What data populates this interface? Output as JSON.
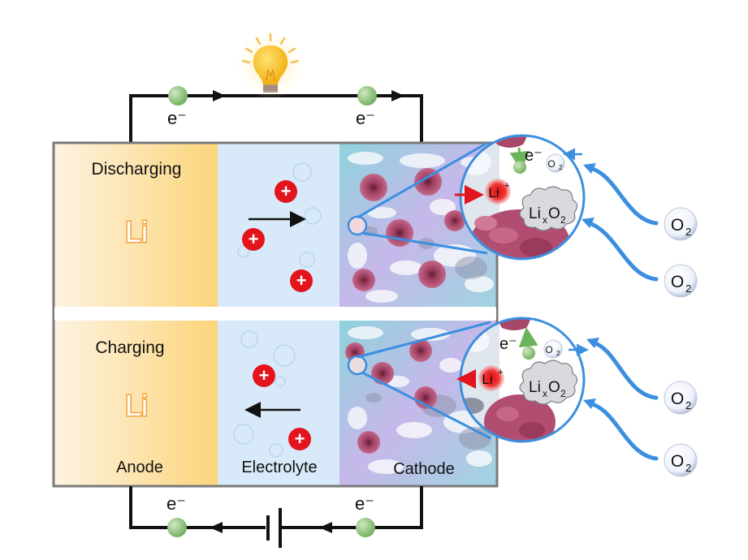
{
  "diagram": {
    "title": "Li-O2 battery discharging and charging mechanism",
    "panels": [
      {
        "id": "discharging",
        "mode_label": "Discharging",
        "anode_symbol": "Li",
        "ion_direction": "anode-to-cathode",
        "external_flow": "anode-to-cathode through load",
        "load": "light-bulb",
        "zoom_inset": {
          "electron_label": "e⁻",
          "electron_arrow": "down (into cathode)",
          "ion_label_base": "Li",
          "ion_label_sup": "+",
          "ion_arrow": "into inset",
          "product_base": "Li",
          "product_sub_x": "x",
          "product_o": "O",
          "product_sub_2": "2",
          "o2_small_base": "O",
          "o2_small_sub": "2",
          "o2_small_arrow": "into inset"
        },
        "o2_inflow": [
          {
            "base": "O",
            "sub": "2",
            "direction": "toward inset"
          },
          {
            "base": "O",
            "sub": "2",
            "direction": "toward inset"
          }
        ]
      },
      {
        "id": "charging",
        "mode_label": "Charging",
        "anode_symbol": "Li",
        "ion_direction": "cathode-to-anode",
        "external_flow": "cathode-to-anode through power source",
        "load": "battery-source",
        "zoom_inset": {
          "electron_label": "e⁻",
          "electron_arrow": "up (out of cathode)",
          "ion_label_base": "Li",
          "ion_label_sup": "+",
          "ion_arrow": "out of inset",
          "product_base": "Li",
          "product_sub_x": "x",
          "product_o": "O",
          "product_sub_2": "2",
          "o2_small_base": "O",
          "o2_small_sub": "2",
          "o2_small_arrow": "out of inset"
        },
        "o2_inflow": [
          {
            "base": "O",
            "sub": "2",
            "direction": "toward inset"
          },
          {
            "base": "O",
            "sub": "2",
            "direction": "toward inset"
          }
        ]
      }
    ],
    "regions": {
      "anode": "Anode",
      "electrolyte": "Electrolyte",
      "cathode": "Cathode"
    },
    "electron_labels": {
      "top_left": "e⁻",
      "top_right": "e⁻",
      "bottom_left": "e⁻",
      "bottom_right": "e⁻"
    },
    "plus_sign": "+",
    "colors": {
      "anode_light": "#fdf1dc",
      "anode_dark": "#fcd57a",
      "electrolyte": "#d8eaf9",
      "cathode_cyan": "#9fd9e0",
      "cathode_lilac": "#c3b6e6",
      "frame": "#7a7a7a",
      "wire": "#111111",
      "electron": "#8cc47a",
      "cation": "#e3141b",
      "inset_ring": "#3c8fe0",
      "o2_arrow": "#3c8fe0",
      "flower": "#b24d72",
      "bulb": "#f6b81c"
    }
  }
}
